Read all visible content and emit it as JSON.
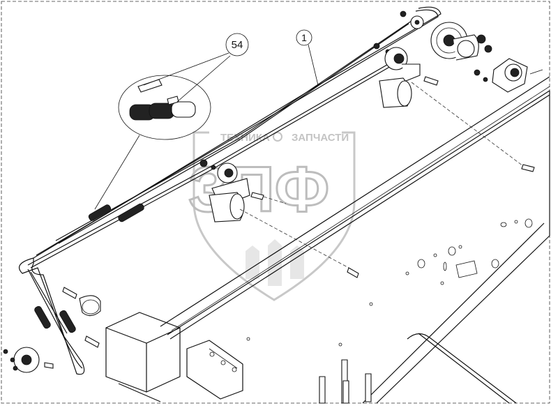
{
  "callouts": {
    "assembly_label": "1",
    "chain_link_label": "54"
  },
  "watermark": {
    "top_text_left": "ТЕХНИКА",
    "top_text_right": "ЗАПЧАСТИ",
    "logo_letters": "ЗПФ"
  },
  "colors": {
    "line": "#111111",
    "watermark": "#c8c8c8",
    "background": "#ffffff"
  }
}
